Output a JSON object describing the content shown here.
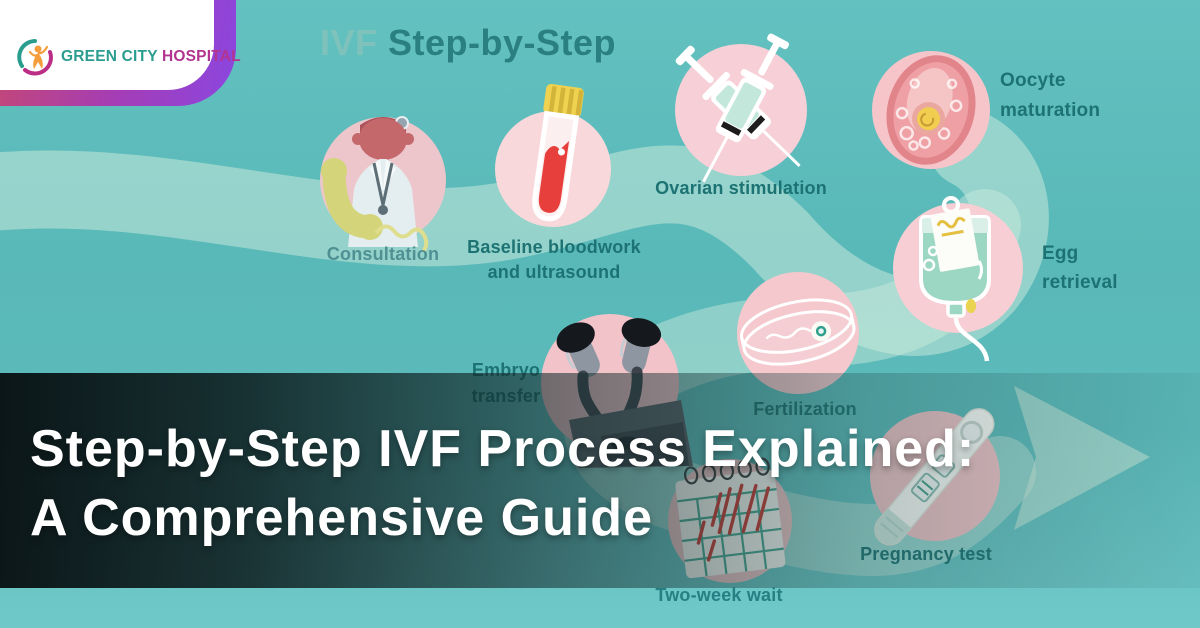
{
  "logo": {
    "brand_green": "GREEN CITY",
    "brand_magenta": "HOSPITAL"
  },
  "infographic_title": {
    "prefix": "IVF",
    "rest": "Step-by-Step"
  },
  "steps": {
    "consultation": {
      "label": "Consultation",
      "icon": "doctor-phone-icon"
    },
    "baseline": {
      "line1": "Baseline bloodwork",
      "line2": "and ultrasound",
      "icon": "blood-tube-icon"
    },
    "ovarian": {
      "label": "Ovarian stimulation",
      "icon": "syringes-icon"
    },
    "oocyte": {
      "line1": "Oocyte",
      "line2": "maturation",
      "icon": "oocyte-icon"
    },
    "egg_retrieval": {
      "line1": "Egg",
      "line2": "retrieval",
      "icon": "iv-bag-icon"
    },
    "fertilization": {
      "label": "Fertilization",
      "icon": "petri-dish-icon"
    },
    "embryo": {
      "line1": "Embryo",
      "line2": "transfer",
      "icon": "microscope-icon"
    },
    "two_week": {
      "label": "Two-week wait",
      "icon": "calendar-icon"
    },
    "pregnancy": {
      "label": "Pregnancy test",
      "icon": "pregnancy-test-icon"
    }
  },
  "headline": {
    "line1": "Step-by-Step IVF Process Explained:",
    "line2": "A Comprehensive Guide"
  },
  "colors": {
    "background_teal": "#5ab9b9",
    "ribbon_mint": "#cfecdd",
    "step_circle_pink": "#f5cdd1",
    "label_teal": "#1d7373",
    "title_dark_teal": "#2a7f80",
    "title_light_teal": "#7fc2bc",
    "headline_white": "#ffffff",
    "logo_green": "#2a9d8f",
    "logo_magenta": "#b23390",
    "badge_border_pink": "#c8486f",
    "badge_border_purple": "#8b46e0"
  }
}
